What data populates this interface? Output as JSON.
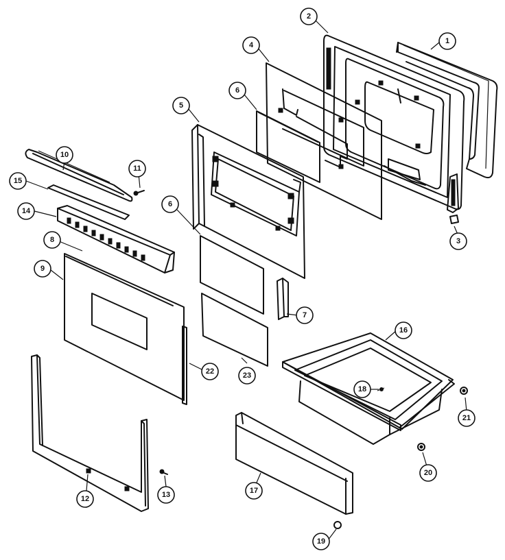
{
  "callouts": [
    {
      "id": "c1",
      "label": "1"
    },
    {
      "id": "c2",
      "label": "2"
    },
    {
      "id": "c3",
      "label": "3"
    },
    {
      "id": "c4",
      "label": "4"
    },
    {
      "id": "c5",
      "label": "5"
    },
    {
      "id": "c6a",
      "label": "6"
    },
    {
      "id": "c6b",
      "label": "6"
    },
    {
      "id": "c7",
      "label": "7"
    },
    {
      "id": "c8",
      "label": "8"
    },
    {
      "id": "c9",
      "label": "9"
    },
    {
      "id": "c10",
      "label": "10"
    },
    {
      "id": "c11",
      "label": "11"
    },
    {
      "id": "c12",
      "label": "12"
    },
    {
      "id": "c13",
      "label": "13"
    },
    {
      "id": "c14",
      "label": "14"
    },
    {
      "id": "c15",
      "label": "15"
    },
    {
      "id": "c16",
      "label": "16"
    },
    {
      "id": "c17",
      "label": "17"
    },
    {
      "id": "c18",
      "label": "18"
    },
    {
      "id": "c19",
      "label": "19"
    },
    {
      "id": "c20",
      "label": "20"
    },
    {
      "id": "c21",
      "label": "21"
    },
    {
      "id": "c22",
      "label": "22"
    },
    {
      "id": "c23",
      "label": "23"
    }
  ]
}
